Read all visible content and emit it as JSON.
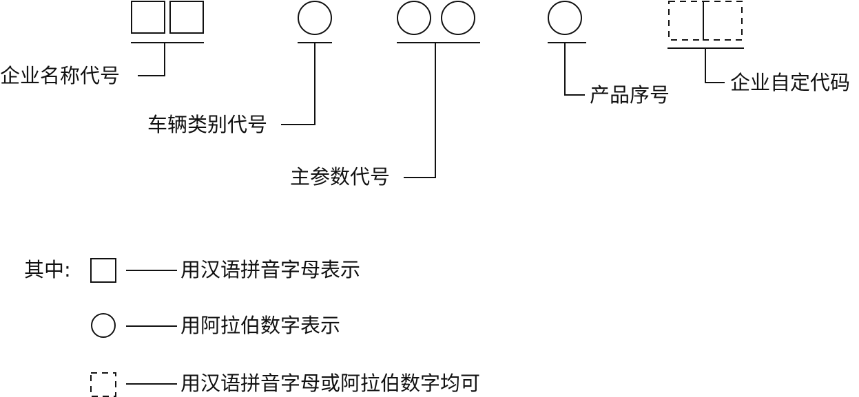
{
  "diagram": {
    "fields": {
      "enterprise_name_code": "企业名称代号",
      "vehicle_category_code": "车辆类别代号",
      "main_parameter_code": "主参数代号",
      "product_serial_number": "产品序号",
      "enterprise_custom_code": "企业自定代码"
    },
    "legend": {
      "prefix": "其中:",
      "square": "用汉语拼音字母表示",
      "circle": "用阿拉伯数字表示",
      "dashed": "用汉语拼音字母或阿拉伯数字均可"
    }
  }
}
